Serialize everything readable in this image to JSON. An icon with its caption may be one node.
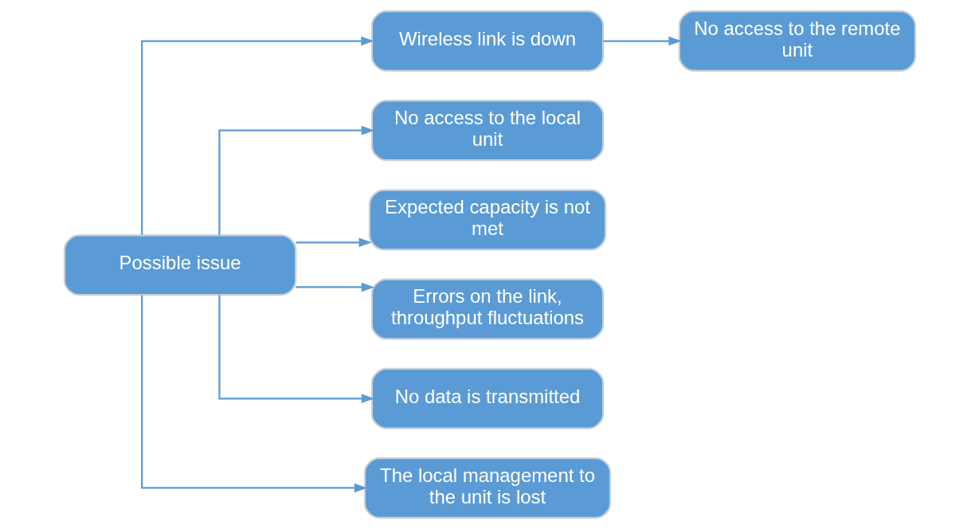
{
  "diagram": {
    "nodes": [
      {
        "text": [
          "Possible issue"
        ]
      },
      {
        "text": [
          "Wireless link is down"
        ]
      },
      {
        "text": [
          "No access to the remote unit"
        ]
      },
      {
        "text": [
          "No access to the local unit"
        ]
      },
      {
        "text": [
          "Expected capacity is not met"
        ]
      },
      {
        "text": [
          "Errors on the link, throughput fluctuations"
        ]
      },
      {
        "text": [
          "No data is transmitted"
        ]
      },
      {
        "text": [
          "The local management to the unit is lost"
        ]
      }
    ],
    "edges": [
      {
        "from": 0,
        "to": 1,
        "arrow": "to"
      },
      {
        "from": 1,
        "to": 2,
        "arrow": "to"
      },
      {
        "from": 0,
        "to": 3,
        "arrow": "to"
      },
      {
        "from": 0,
        "to": 4,
        "arrow": "to"
      },
      {
        "from": 0,
        "to": 5,
        "arrow": "to"
      },
      {
        "from": 0,
        "to": 6,
        "arrow": "to"
      },
      {
        "from": 0,
        "to": 7,
        "arrow": "to"
      }
    ]
  }
}
